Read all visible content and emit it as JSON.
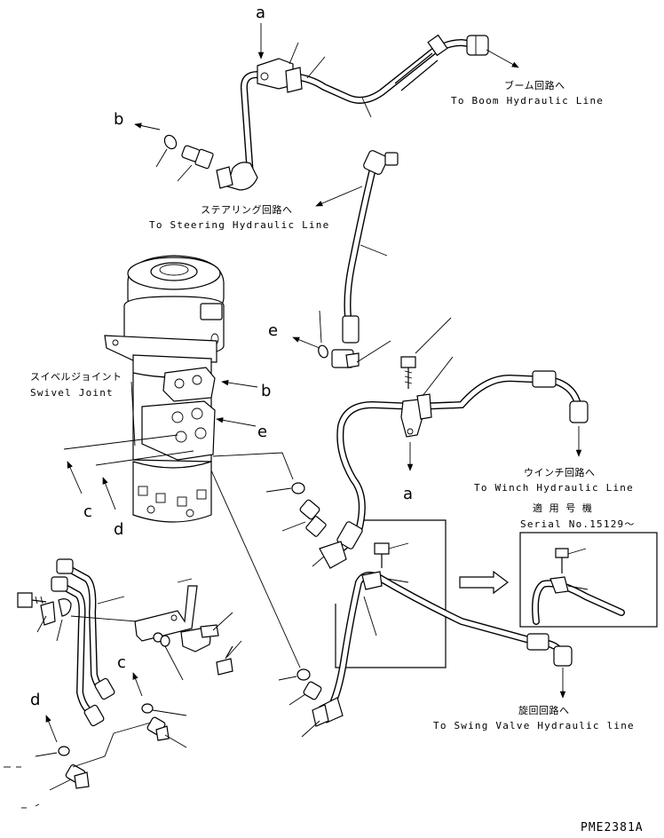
{
  "drawing_code": "PME2381A",
  "destinations": {
    "boom": {
      "jp": "ブーム回路へ",
      "en": "To Boom Hydraulic Line"
    },
    "steering": {
      "jp": "ステアリング回路へ",
      "en": "To Steering Hydraulic Line"
    },
    "winch": {
      "jp": "ウインチ回路へ",
      "en": "To Winch Hydraulic Line"
    },
    "swing": {
      "jp": "旋回回路へ",
      "en": "To Swing Valve Hydraulic line"
    }
  },
  "swivel_joint": {
    "jp": "スイベルジョイント",
    "en": "Swivel Joint"
  },
  "serial_note": {
    "jp": "適 用 号 機",
    "en": "Serial No.15129～"
  },
  "callouts": {
    "a_top": "a",
    "a_mid": "a",
    "b_left": "b",
    "b_joint": "b",
    "e_mid": "e",
    "e_joint": "e",
    "c_joint": "c",
    "d_joint": "d",
    "c_bottom": "c",
    "d_bottom": "d"
  },
  "icons": {
    "arrow": "arrow-icon",
    "swivel": "swivel-joint-icon",
    "hose": "hose-icon",
    "bolt": "bolt-icon",
    "oring": "o-ring-icon",
    "clamp": "clamp-icon",
    "elbow": "elbow-fitting-icon"
  }
}
